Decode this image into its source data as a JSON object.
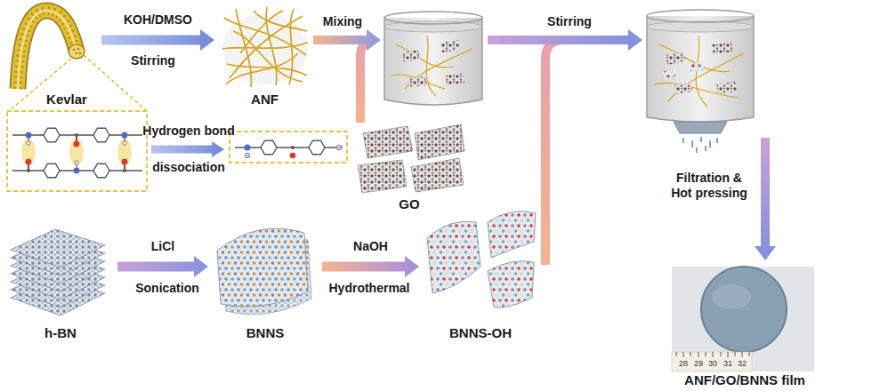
{
  "diagram": {
    "nodes": [
      {
        "text": [
          "Kevlar"
        ]
      },
      {
        "text": [
          "ANF"
        ]
      },
      {
        "text": [
          "GO"
        ]
      },
      {
        "text": [
          "h-BN"
        ]
      },
      {
        "text": [
          "BNNS"
        ]
      },
      {
        "text": [
          "BNNS-OH"
        ]
      },
      {
        "text": [
          "ANF/GO/BNNS film"
        ]
      }
    ],
    "edges": [
      {
        "from": 0,
        "to": 1,
        "label": "KOH/DMSO",
        "arrow": "to"
      },
      {
        "from": 3,
        "to": 4,
        "label": "LiCl",
        "arrow": "to"
      },
      {
        "from": 4,
        "to": 5,
        "label": "NaOH",
        "arrow": "to"
      }
    ],
    "labels": [
      "Stirring",
      "Hydrogen bond",
      "dissociation",
      "Mixing",
      "Stirring",
      "Filtration & Hot pressing",
      "Sonication",
      "Hydrothermal",
      "28",
      "29",
      "30",
      "31",
      "32"
    ]
  }
}
